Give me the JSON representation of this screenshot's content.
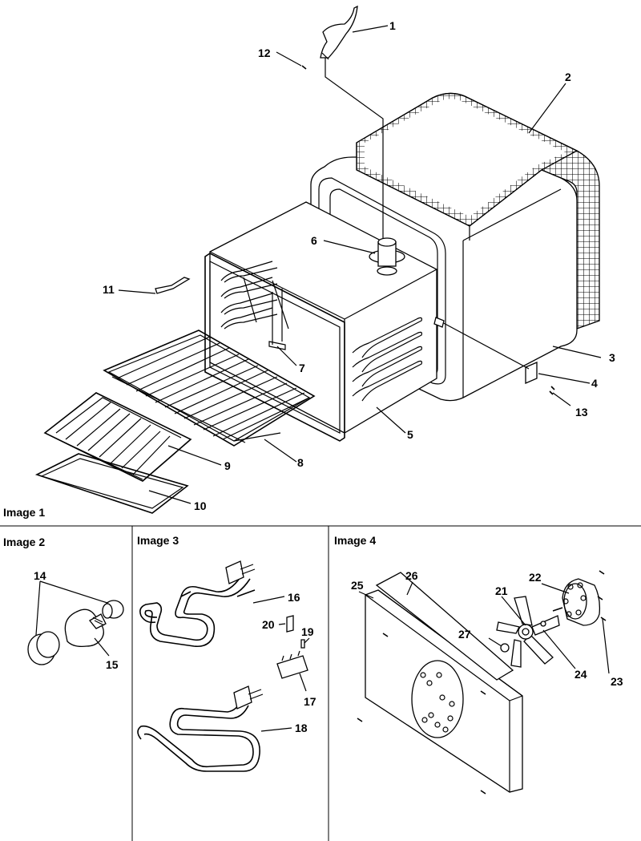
{
  "panels": {
    "p1": "Image 1",
    "p2": "Image 2",
    "p3": "Image 3",
    "p4": "Image 4"
  },
  "callouts": {
    "c1": "1",
    "c2": "2",
    "c3": "3",
    "c4": "4",
    "c5": "5",
    "c6": "6",
    "c7": "7",
    "c8": "8",
    "c9": "9",
    "c10": "10",
    "c11": "11",
    "c12": "12",
    "c13": "13",
    "c14": "14",
    "c15": "15",
    "c16": "16",
    "c17": "17",
    "c18": "18",
    "c19": "19",
    "c20": "20",
    "c21": "21",
    "c22": "22",
    "c23": "23",
    "c24": "24",
    "c25": "25",
    "c26": "26",
    "c27": "27"
  },
  "colors": {
    "ink": "#000000",
    "paper": "#ffffff"
  }
}
